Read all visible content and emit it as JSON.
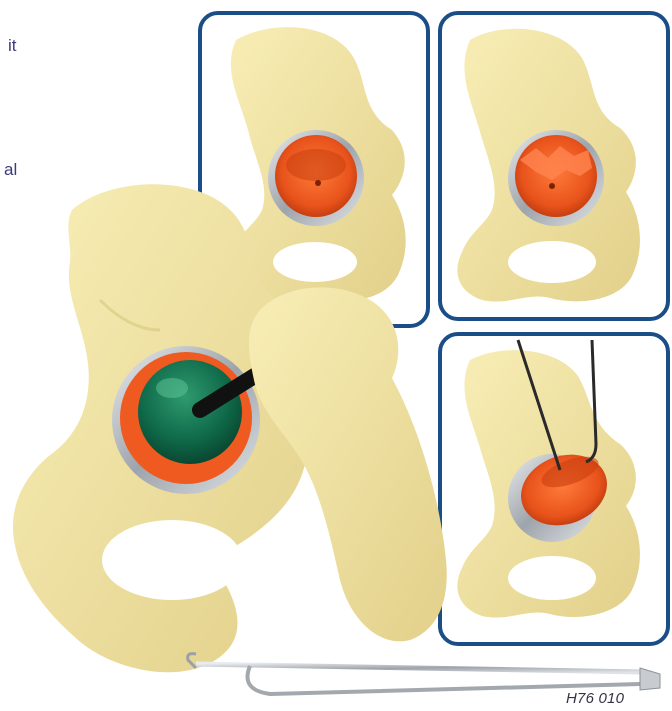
{
  "text_fragments": [
    "it",
    "al"
  ],
  "caption": "H76 010",
  "colors": {
    "bone": "#f2e6a6",
    "bone_shadow": "#d9c77e",
    "cup_orange": "#ee5a1f",
    "head_green": "#0f6a4a",
    "frame_blue": "#1b4e87",
    "metal": "#b8bcc2",
    "caption_text": "#334",
    "fragment_text": "#3d3a7a"
  },
  "icons": [
    "pelvis-bone",
    "acetabular-cup",
    "femoral-head",
    "extraction-tool"
  ]
}
